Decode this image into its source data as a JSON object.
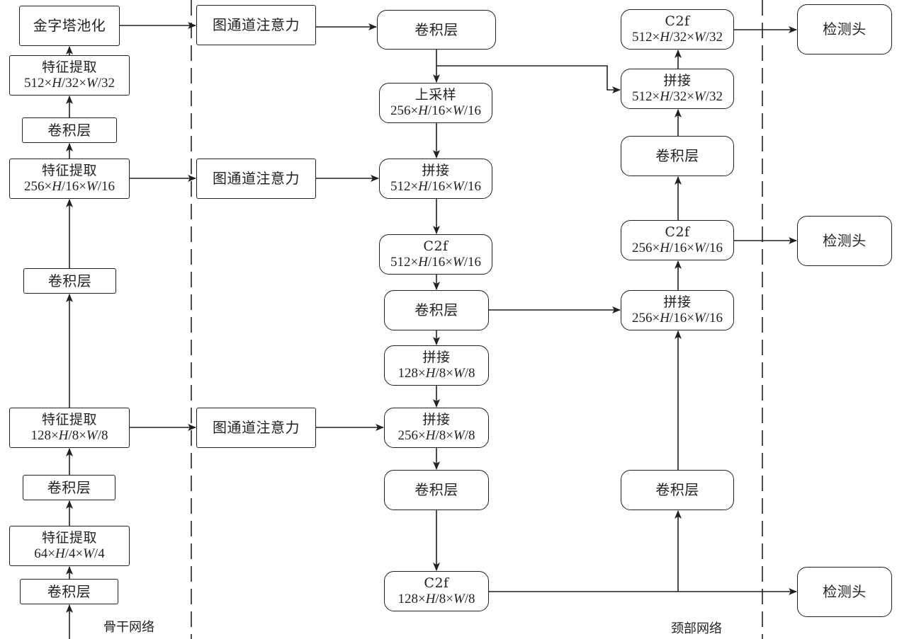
{
  "regions": {
    "backbone_label": "骨干网络",
    "neck_label": "颈部网络"
  },
  "nodes": {
    "b_spp": {
      "title": "金字塔池化"
    },
    "b_fe32": {
      "title": "特征提取",
      "dims": "512×H/32×W/32"
    },
    "b_conv3": {
      "title": "卷积层"
    },
    "b_fe16": {
      "title": "特征提取",
      "dims": "256×H/16×W/16"
    },
    "b_conv2": {
      "title": "卷积层"
    },
    "b_fe8": {
      "title": "特征提取",
      "dims": "128×H/8×W/8"
    },
    "b_conv1": {
      "title": "卷积层"
    },
    "b_fe4": {
      "title": "特征提取",
      "dims": "64×H/4×W/4"
    },
    "b_conv0": {
      "title": "卷积层"
    },
    "att1": {
      "title": "图通道注意力"
    },
    "att2": {
      "title": "图通道注意力"
    },
    "att3": {
      "title": "图通道注意力"
    },
    "n_conv_top": {
      "title": "卷积层"
    },
    "n_up": {
      "title": "上采样",
      "dims": "256×H/16×W/16"
    },
    "n_cat16": {
      "title": "拼接",
      "dims": "512×H/16×W/16"
    },
    "n_c2f16": {
      "title": "C2f",
      "dims": "512×H/16×W/16"
    },
    "n_conv_mid": {
      "title": "卷积层"
    },
    "n_cat8a": {
      "title": "拼接",
      "dims": "128×H/8×W/8"
    },
    "n_cat8b": {
      "title": "拼接",
      "dims": "256×H/8×W/8"
    },
    "n_conv_low": {
      "title": "卷积层"
    },
    "n_c2f8": {
      "title": "C2f",
      "dims": "128×H/8×W/8"
    },
    "r_c2f32": {
      "title": "C2f",
      "dims": "512×H/32×W/32"
    },
    "r_cat32": {
      "title": "拼接",
      "dims": "512×H/32×W/32"
    },
    "r_conv32": {
      "title": "卷积层"
    },
    "r_c2f16": {
      "title": "C2f",
      "dims": "256×H/16×W/16"
    },
    "r_cat16": {
      "title": "拼接",
      "dims": "256×H/16×W/16"
    },
    "r_conv8": {
      "title": "卷积层"
    },
    "head1": {
      "title": "检测头"
    },
    "head2": {
      "title": "检测头"
    },
    "head3": {
      "title": "检测头"
    }
  },
  "edges": [
    [
      "b_conv0",
      "b_fe4"
    ],
    [
      "b_fe4",
      "b_conv1"
    ],
    [
      "b_conv1",
      "b_fe8"
    ],
    [
      "b_fe8",
      "b_conv2"
    ],
    [
      "b_conv2",
      "b_fe16"
    ],
    [
      "b_fe16",
      "b_conv3"
    ],
    [
      "b_conv3",
      "b_fe32"
    ],
    [
      "b_fe32",
      "b_spp"
    ],
    [
      "b_spp",
      "att1"
    ],
    [
      "b_fe16",
      "att2"
    ],
    [
      "b_fe8",
      "att3"
    ],
    [
      "att1",
      "n_conv_top"
    ],
    [
      "att2",
      "n_cat16"
    ],
    [
      "att3",
      "n_cat8b"
    ],
    [
      "n_conv_top",
      "n_up"
    ],
    [
      "n_conv_top",
      "r_cat32"
    ],
    [
      "n_up",
      "n_cat16"
    ],
    [
      "n_cat16",
      "n_c2f16"
    ],
    [
      "n_c2f16",
      "n_conv_mid"
    ],
    [
      "n_conv_mid",
      "n_cat8a"
    ],
    [
      "n_conv_mid",
      "r_cat16"
    ],
    [
      "n_cat8a",
      "n_cat8b"
    ],
    [
      "n_cat8b",
      "n_conv_low"
    ],
    [
      "n_conv_low",
      "n_c2f8"
    ],
    [
      "n_c2f8",
      "head3"
    ],
    [
      "n_c2f8",
      "r_conv8"
    ],
    [
      "r_conv8",
      "r_cat16"
    ],
    [
      "r_cat16",
      "r_c2f16"
    ],
    [
      "r_c2f16",
      "head2"
    ],
    [
      "r_c2f16",
      "r_conv32"
    ],
    [
      "r_conv32",
      "r_cat32"
    ],
    [
      "r_cat32",
      "r_c2f32"
    ],
    [
      "r_c2f32",
      "head1"
    ]
  ]
}
